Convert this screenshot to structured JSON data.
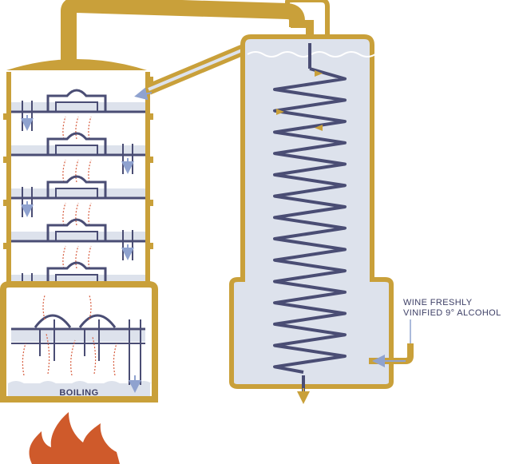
{
  "labels": {
    "boiling": "BOILING",
    "wine_line1": "WINE FRESHLY",
    "wine_line2": "VINIFIED 9° ALCOHOL"
  },
  "colors": {
    "copper": "#c9a03a",
    "liquid": "#dde2ec",
    "coil": "#4a4d74",
    "vapor": "#d65b3c",
    "flame": "#cf5a2b",
    "arrow_blue": "#8fa2cf"
  },
  "components": {
    "column_plates": 5,
    "coil_turns": 14
  }
}
